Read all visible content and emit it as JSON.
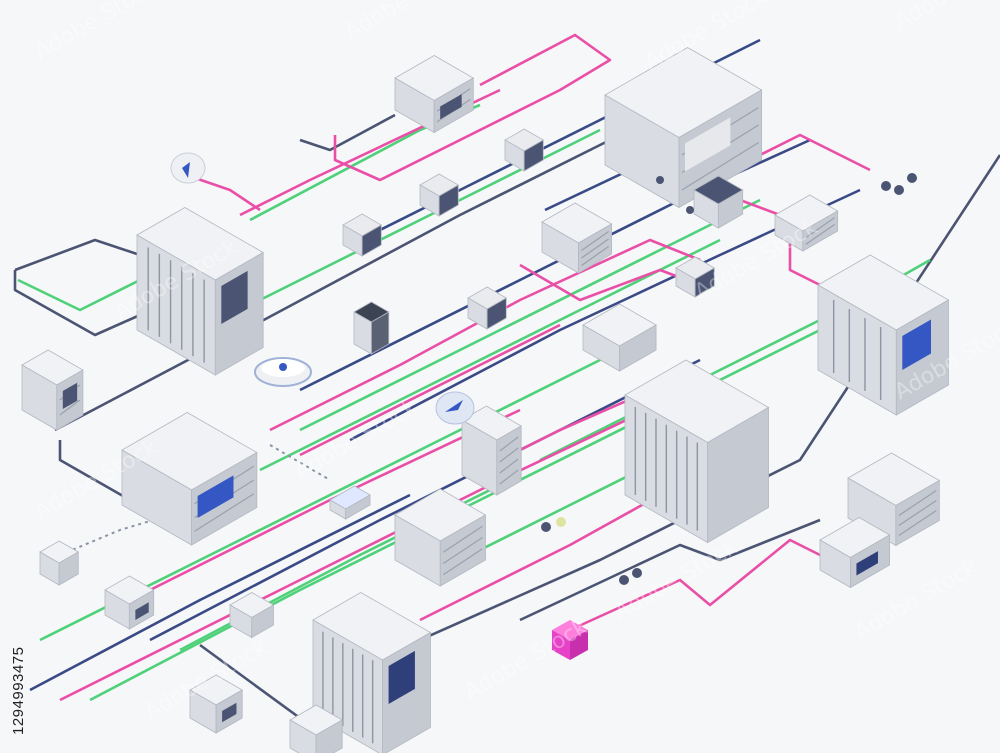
{
  "stock_id": "1294993475",
  "watermark": "Adobe Stock",
  "colors": {
    "background": "#f6f7f9",
    "wire_pink": "#e94fa6",
    "wire_green": "#4fd17a",
    "wire_navy": "#2e3f7a",
    "wire_slate": "#5a6478",
    "device_top": "#f1f2f5",
    "device_left": "#d9dce2",
    "device_right": "#c5c9d1",
    "accent_magenta": "#e642c7",
    "accent_blue": "#3557c4"
  },
  "scene": {
    "subject": "isometric network of servers and devices connected by cables",
    "wire_colors": [
      "pink",
      "green",
      "navy",
      "slate"
    ],
    "device_types": [
      "server-rack",
      "network-switch",
      "router",
      "small-node",
      "ups-unit",
      "hub"
    ]
  }
}
